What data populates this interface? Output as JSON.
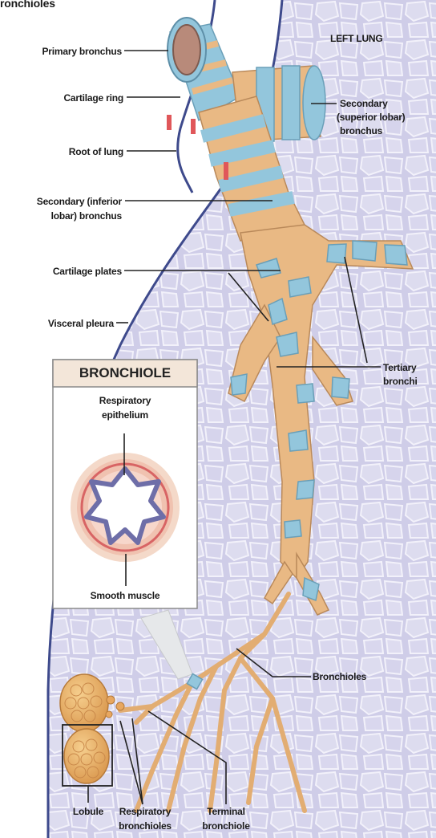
{
  "heading_fragment": "ronchioles",
  "labels": {
    "left_lung": "LEFT LUNG",
    "primary_bronchus": "Primary bronchus",
    "cartilage_ring": "Cartilage ring",
    "root_of_lung": "Root of lung",
    "secondary_inferior_1": "Secondary (inferior",
    "secondary_inferior_2": "lobar) bronchus",
    "cartilage_plates": "Cartilage plates",
    "visceral_pleura": "Visceral pleura",
    "secondary_superior_1": "Secondary",
    "secondary_superior_2": "(superior lobar)",
    "secondary_superior_3": "bronchus",
    "tertiary_1": "Tertiary",
    "tertiary_2": "bronchi",
    "bronchioles": "Bronchioles",
    "lobule": "Lobule",
    "respiratory_bronchioles_1": "Respiratory",
    "respiratory_bronchioles_2": "bronchioles",
    "terminal_bronchiole_1": "Terminal",
    "terminal_bronchiole_2": "bronchiole"
  },
  "inset": {
    "title": "BRONCHIOLE",
    "respiratory_epithelium_1": "Respiratory",
    "respiratory_epithelium_2": "epithelium",
    "smooth_muscle": "Smooth muscle"
  },
  "colors": {
    "lung_tissue": "#cfcde8",
    "pleura_line": "#3e4a8c",
    "cartilage_blue": "#93c6dc",
    "airway_tan": "#e9b984",
    "inset_header": "#f3e6d9",
    "marker_red": "#e0575a"
  }
}
